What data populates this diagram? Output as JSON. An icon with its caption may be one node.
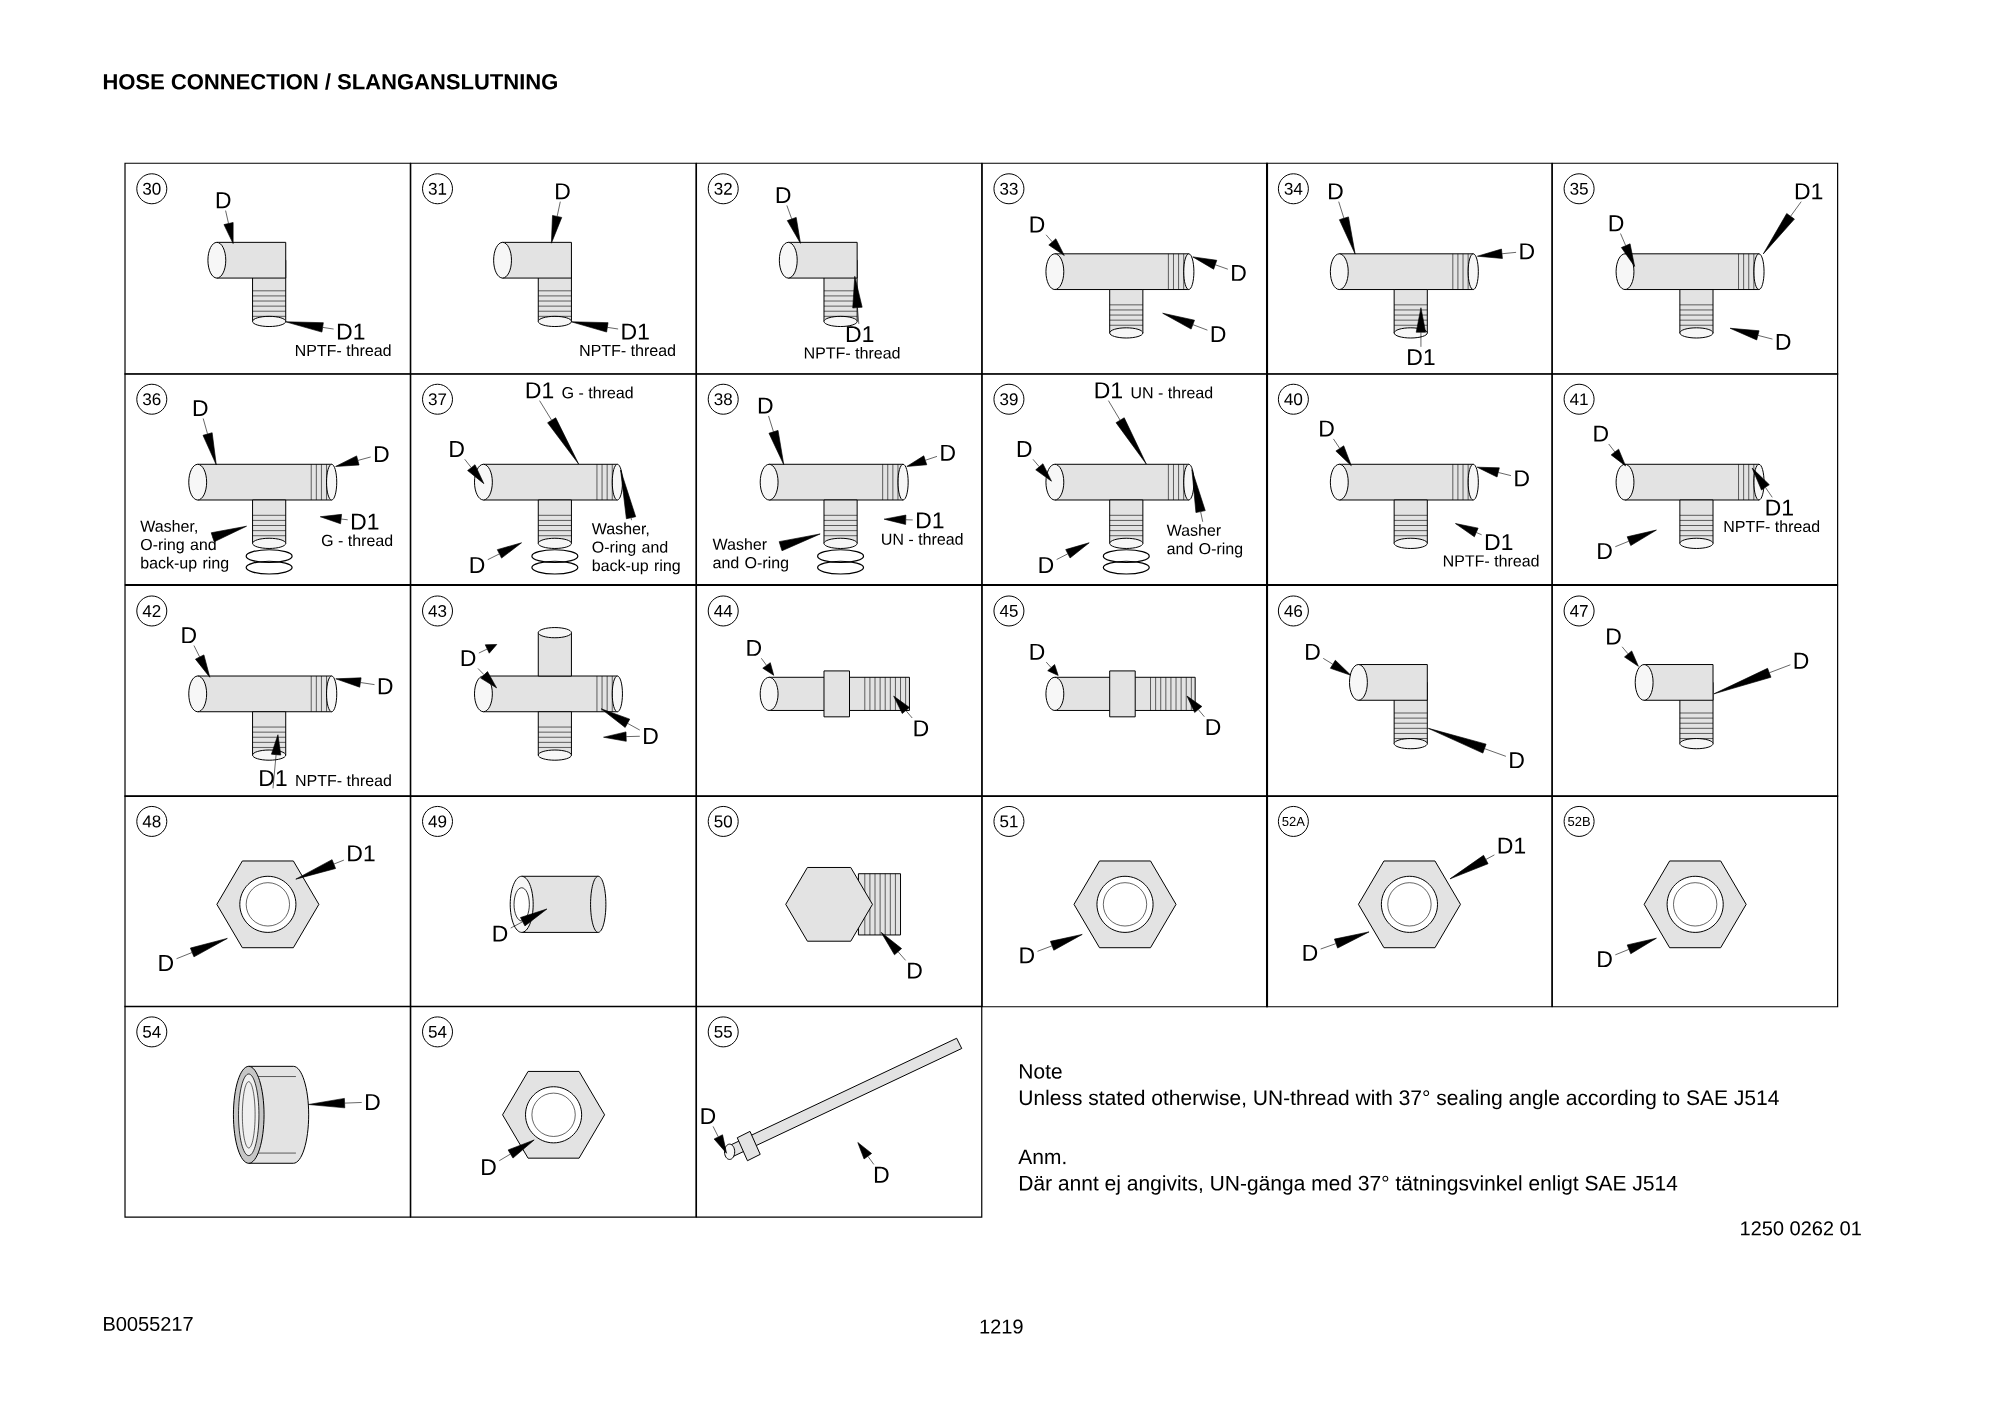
{
  "diagram": {
    "title": "HOSE CONNECTION / SLANGANSLUTNING",
    "nodes": [
      {
        "text": [
          "30"
        ]
      },
      {
        "text": [],
        "shape": "picture",
        "in": 0
      },
      {
        "text": [
          "D"
        ],
        "in": 0
      },
      {
        "text": [
          "D1"
        ],
        "beside": [
          "NPTF- thread"
        ],
        "in": 0
      },
      {
        "text": [
          "31"
        ]
      },
      {
        "text": [],
        "shape": "picture",
        "in": 4
      },
      {
        "text": [
          "D"
        ],
        "in": 4
      },
      {
        "text": [
          "D1"
        ],
        "beside": [
          "NPTF- thread"
        ],
        "in": 4
      },
      {
        "text": [
          "32"
        ]
      },
      {
        "text": [],
        "shape": "picture",
        "in": 8
      },
      {
        "text": [
          "D"
        ],
        "in": 8
      },
      {
        "text": [
          "D1"
        ],
        "beside": [
          "NPTF- thread"
        ],
        "in": 8
      },
      {
        "text": [
          "33"
        ]
      },
      {
        "text": [],
        "shape": "picture",
        "in": 12
      },
      {
        "text": [
          "D"
        ],
        "in": 12
      },
      {
        "text": [
          "D"
        ],
        "in": 12
      },
      {
        "text": [
          "D"
        ],
        "in": 12
      },
      {
        "text": [
          "34"
        ]
      },
      {
        "text": [],
        "shape": "picture",
        "in": 17
      },
      {
        "text": [
          "D"
        ],
        "in": 17
      },
      {
        "text": [
          "D"
        ],
        "in": 17
      },
      {
        "text": [
          "D1"
        ],
        "in": 17
      },
      {
        "text": [
          "35"
        ]
      },
      {
        "text": [],
        "shape": "picture",
        "in": 22
      },
      {
        "text": [
          "D1"
        ],
        "in": 22
      },
      {
        "text": [
          "D"
        ],
        "in": 22
      },
      {
        "text": [
          "D"
        ],
        "in": 22
      },
      {
        "text": [
          "36"
        ]
      },
      {
        "text": [],
        "shape": "picture",
        "in": 27
      },
      {
        "text": [
          "D"
        ],
        "in": 27
      },
      {
        "text": [
          "D"
        ],
        "in": 27
      },
      {
        "text": [
          "D1"
        ],
        "beside": [
          "G - thread"
        ],
        "in": 27
      },
      {
        "text": [
          "Washer, O-ring and back-up ring"
        ],
        "in": 27
      },
      {
        "text": [
          "37"
        ]
      },
      {
        "text": [],
        "shape": "picture",
        "in": 33
      },
      {
        "text": [
          "D1"
        ],
        "beside": [
          "G - thread"
        ],
        "in": 33
      },
      {
        "text": [
          "D"
        ],
        "in": 33
      },
      {
        "text": [
          "D"
        ],
        "in": 33
      },
      {
        "text": [
          "Washer, O-ring and back-up ring"
        ],
        "in": 33
      },
      {
        "text": [
          "38"
        ]
      },
      {
        "text": [],
        "shape": "picture",
        "in": 39
      },
      {
        "text": [
          "D"
        ],
        "in": 39
      },
      {
        "text": [
          "D"
        ],
        "in": 39
      },
      {
        "text": [
          "D1"
        ],
        "beside": [
          "UN - thread"
        ],
        "in": 39
      },
      {
        "text": [
          "Washer and O-ring"
        ],
        "in": 39
      },
      {
        "text": [
          "39"
        ]
      },
      {
        "text": [],
        "shape": "picture",
        "in": 45
      },
      {
        "text": [
          "D1"
        ],
        "beside": [
          "UN - thread"
        ],
        "in": 45
      },
      {
        "text": [
          "D"
        ],
        "in": 45
      },
      {
        "text": [
          "D"
        ],
        "in": 45
      },
      {
        "text": [
          "Washer and O-ring"
        ],
        "in": 45
      },
      {
        "text": [
          "40"
        ]
      },
      {
        "text": [],
        "shape": "picture",
        "in": 51
      },
      {
        "text": [
          "D"
        ],
        "in": 51
      },
      {
        "text": [
          "D"
        ],
        "in": 51
      },
      {
        "text": [
          "D1"
        ],
        "beside": [
          "NPTF- thread"
        ],
        "in": 51
      },
      {
        "text": [
          "41"
        ]
      },
      {
        "text": [],
        "shape": "picture",
        "in": 56
      },
      {
        "text": [
          "D"
        ],
        "in": 56
      },
      {
        "text": [
          "D1"
        ],
        "beside": [
          "NPTF- thread"
        ],
        "in": 56
      },
      {
        "text": [
          "D"
        ],
        "in": 56
      },
      {
        "text": [
          "42"
        ]
      },
      {
        "text": [],
        "shape": "picture",
        "in": 61
      },
      {
        "text": [
          "D"
        ],
        "in": 61
      },
      {
        "text": [
          "D"
        ],
        "in": 61
      },
      {
        "text": [
          "D1"
        ],
        "beside": [
          "NPTF- thread"
        ],
        "in": 61
      },
      {
        "text": [
          "43"
        ]
      },
      {
        "text": [],
        "shape": "picture",
        "in": 66
      },
      {
        "text": [
          "D"
        ],
        "in": 66
      },
      {
        "text": [
          "D"
        ],
        "in": 66
      },
      {
        "text": [
          "44"
        ]
      },
      {
        "text": [],
        "shape": "picture",
        "in": 70
      },
      {
        "text": [
          "D"
        ],
        "in": 70
      },
      {
        "text": [
          "D"
        ],
        "in": 70
      },
      {
        "text": [
          "45"
        ]
      },
      {
        "text": [],
        "shape": "picture",
        "in": 74
      },
      {
        "text": [
          "D"
        ],
        "in": 74
      },
      {
        "text": [
          "D"
        ],
        "in": 74
      },
      {
        "text": [
          "46"
        ]
      },
      {
        "text": [],
        "shape": "picture",
        "in": 78
      },
      {
        "text": [
          "D"
        ],
        "in": 78
      },
      {
        "text": [
          "D"
        ],
        "in": 78
      },
      {
        "text": [
          "47"
        ]
      },
      {
        "text": [],
        "shape": "picture",
        "in": 82
      },
      {
        "text": [
          "D"
        ],
        "in": 82
      },
      {
        "text": [
          "D"
        ],
        "in": 82
      },
      {
        "text": [
          "48"
        ]
      },
      {
        "text": [],
        "shape": "picture",
        "in": 86
      },
      {
        "text": [
          "D1"
        ],
        "in": 86
      },
      {
        "text": [
          "D"
        ],
        "in": 86
      },
      {
        "text": [
          "49"
        ]
      },
      {
        "text": [],
        "shape": "picture",
        "in": 90
      },
      {
        "text": [
          "D"
        ],
        "in": 90
      },
      {
        "text": [
          "50"
        ]
      },
      {
        "text": [],
        "shape": "picture",
        "in": 93
      },
      {
        "text": [
          "D"
        ],
        "in": 93
      },
      {
        "text": [
          "51"
        ]
      },
      {
        "text": [],
        "shape": "picture",
        "in": 96
      },
      {
        "text": [
          "D"
        ],
        "in": 96
      },
      {
        "text": [
          "52A"
        ]
      },
      {
        "text": [],
        "shape": "picture",
        "in": 99
      },
      {
        "text": [
          "D1"
        ],
        "in": 99
      },
      {
        "text": [
          "D"
        ],
        "in": 99
      },
      {
        "text": [
          "52B"
        ]
      },
      {
        "text": [],
        "shape": "picture",
        "in": 103
      },
      {
        "text": [
          "D"
        ],
        "in": 103
      },
      {
        "text": [
          "54"
        ]
      },
      {
        "text": [],
        "shape": "picture",
        "in": 106
      },
      {
        "text": [
          "D"
        ],
        "in": 106
      },
      {
        "text": [
          "54"
        ]
      },
      {
        "text": [],
        "shape": "picture",
        "in": 109
      },
      {
        "text": [
          "D"
        ],
        "in": 109
      },
      {
        "text": [
          "55"
        ]
      },
      {
        "text": [],
        "shape": "picture",
        "in": 112
      },
      {
        "text": [
          "D"
        ],
        "in": 112
      },
      {
        "text": [
          "D"
        ],
        "in": 112
      }
    ],
    "edges": [
      {
        "from": 2,
        "to": 1,
        "arrow": "to"
      },
      {
        "from": 3,
        "to": 1,
        "arrow": "to"
      },
      {
        "from": 6,
        "to": 5,
        "arrow": "to"
      },
      {
        "from": 7,
        "to": 5,
        "arrow": "to"
      },
      {
        "from": 10,
        "to": 9,
        "arrow": "to"
      },
      {
        "from": 11,
        "to": 9,
        "arrow": "to"
      },
      {
        "from": 14,
        "to": 13,
        "arrow": "to"
      },
      {
        "from": 15,
        "to": 13,
        "arrow": "to"
      },
      {
        "from": 16,
        "to": 13,
        "arrow": "to"
      },
      {
        "from": 19,
        "to": 18,
        "arrow": "to"
      },
      {
        "from": 20,
        "to": 18,
        "arrow": "to"
      },
      {
        "from": 21,
        "to": 18,
        "arrow": "to"
      },
      {
        "from": 24,
        "to": 23,
        "arrow": "to"
      },
      {
        "from": 25,
        "to": 23,
        "arrow": "to"
      },
      {
        "from": 26,
        "to": 23,
        "arrow": "to"
      },
      {
        "from": 29,
        "to": 28,
        "arrow": "to"
      },
      {
        "from": 30,
        "to": 28,
        "arrow": "to"
      },
      {
        "from": 31,
        "to": 28,
        "arrow": "to"
      },
      {
        "from": 32,
        "to": 28,
        "arrow": "to"
      },
      {
        "from": 35,
        "to": 34,
        "arrow": "to"
      },
      {
        "from": 36,
        "to": 34,
        "arrow": "to"
      },
      {
        "from": 37,
        "to": 34,
        "arrow": "to"
      },
      {
        "from": 38,
        "to": 34,
        "arrow": "to"
      },
      {
        "from": 41,
        "to": 40,
        "arrow": "to"
      },
      {
        "from": 42,
        "to": 40,
        "arrow": "to"
      },
      {
        "from": 43,
        "to": 40,
        "arrow": "to"
      },
      {
        "from": 44,
        "to": 40,
        "arrow": "to"
      },
      {
        "from": 47,
        "to": 46,
        "arrow": "to"
      },
      {
        "from": 48,
        "to": 46,
        "arrow": "to"
      },
      {
        "from": 49,
        "to": 46,
        "arrow": "to"
      },
      {
        "from": 50,
        "to": 46,
        "arrow": "to"
      },
      {
        "from": 53,
        "to": 52,
        "arrow": "to"
      },
      {
        "from": 54,
        "to": 52,
        "arrow": "to"
      },
      {
        "from": 55,
        "to": 52,
        "arrow": "to"
      },
      {
        "from": 58,
        "to": 57,
        "arrow": "to"
      },
      {
        "from": 59,
        "to": 57,
        "arrow": "to"
      },
      {
        "from": 60,
        "to": 57,
        "arrow": "to"
      },
      {
        "from": 63,
        "to": 62,
        "arrow": "to"
      },
      {
        "from": 64,
        "to": 62,
        "arrow": "to"
      },
      {
        "from": 65,
        "to": 62,
        "arrow": "to"
      },
      {
        "from": 68,
        "to": 67,
        "arrow": "to"
      },
      {
        "from": 68,
        "to": 67,
        "arrow": "to"
      },
      {
        "from": 69,
        "to": 67,
        "arrow": "to"
      },
      {
        "from": 69,
        "to": 67,
        "arrow": "to"
      },
      {
        "from": 72,
        "to": 71,
        "arrow": "to"
      },
      {
        "from": 73,
        "to": 71,
        "arrow": "to"
      },
      {
        "from": 76,
        "to": 75,
        "arrow": "to"
      },
      {
        "from": 77,
        "to": 75,
        "arrow": "to"
      },
      {
        "from": 80,
        "to": 79,
        "arrow": "to"
      },
      {
        "from": 81,
        "to": 79,
        "arrow": "to"
      },
      {
        "from": 84,
        "to": 83,
        "arrow": "to"
      },
      {
        "from": 85,
        "to": 83,
        "arrow": "to"
      },
      {
        "from": 88,
        "to": 87,
        "arrow": "to"
      },
      {
        "from": 89,
        "to": 87,
        "arrow": "to"
      },
      {
        "from": 92,
        "to": 91,
        "arrow": "to"
      },
      {
        "from": 95,
        "to": 94,
        "arrow": "to"
      },
      {
        "from": 98,
        "to": 97,
        "arrow": "to"
      },
      {
        "from": 101,
        "to": 100,
        "arrow": "to"
      },
      {
        "from": 102,
        "to": 100,
        "arrow": "to"
      },
      {
        "from": 105,
        "to": 104,
        "arrow": "to"
      },
      {
        "from": 108,
        "to": 107,
        "arrow": "to"
      },
      {
        "from": 111,
        "to": 110,
        "arrow": "to"
      },
      {
        "from": 114,
        "to": 113,
        "arrow": "to"
      },
      {
        "from": 115,
        "to": 113,
        "arrow": "to"
      }
    ],
    "labels": [
      "Note",
      "Unless stated otherwise, UN-thread with 37° sealing angle according to SAE J514",
      "Anm.",
      "Där annt ej angivits, UN-gänga med 37° tätningsvinkel enligt SAE J514",
      "1250 0262 01",
      "B0055217",
      "1219"
    ]
  }
}
